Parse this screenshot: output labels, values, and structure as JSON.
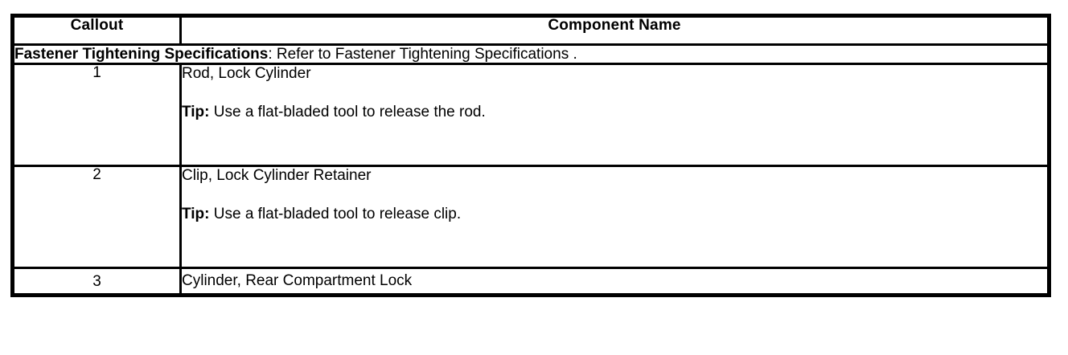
{
  "table": {
    "columns": [
      {
        "key": "callout",
        "label": "Callout"
      },
      {
        "key": "component",
        "label": "Component Name"
      }
    ],
    "spec_row": {
      "lead": "Fastener Tightening Specifications",
      "rest": ": Refer to Fastener Tightening Specifications ."
    },
    "rows": [
      {
        "callout": "1",
        "component": "Rod, Lock Cylinder",
        "tip_label": "Tip:",
        "tip_text": " Use a flat-bladed tool to release the rod."
      },
      {
        "callout": "2",
        "component": "Clip, Lock Cylinder Retainer",
        "tip_label": "Tip:",
        "tip_text": " Use a flat-bladed tool to release clip."
      },
      {
        "callout": "3",
        "component": "Cylinder, Rear Compartment Lock"
      }
    ]
  },
  "colors": {
    "background": "#ffffff",
    "text": "#000000",
    "border": "#000000"
  }
}
